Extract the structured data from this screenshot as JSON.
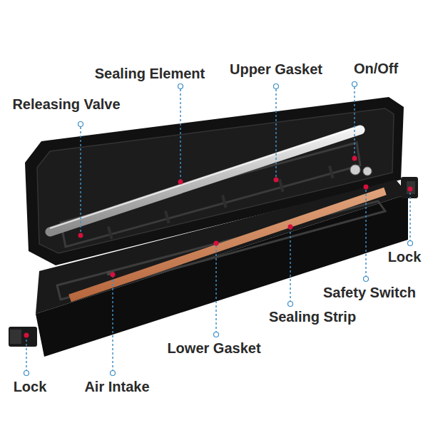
{
  "diagram": {
    "labels": [
      "Sealing Element",
      "Upper Gasket",
      "On/Off",
      "Releasing Valve",
      "Lock",
      "Safety Switch",
      "Sealing Strip",
      "Lower Gasket",
      "Lock",
      "Air Intake"
    ]
  }
}
